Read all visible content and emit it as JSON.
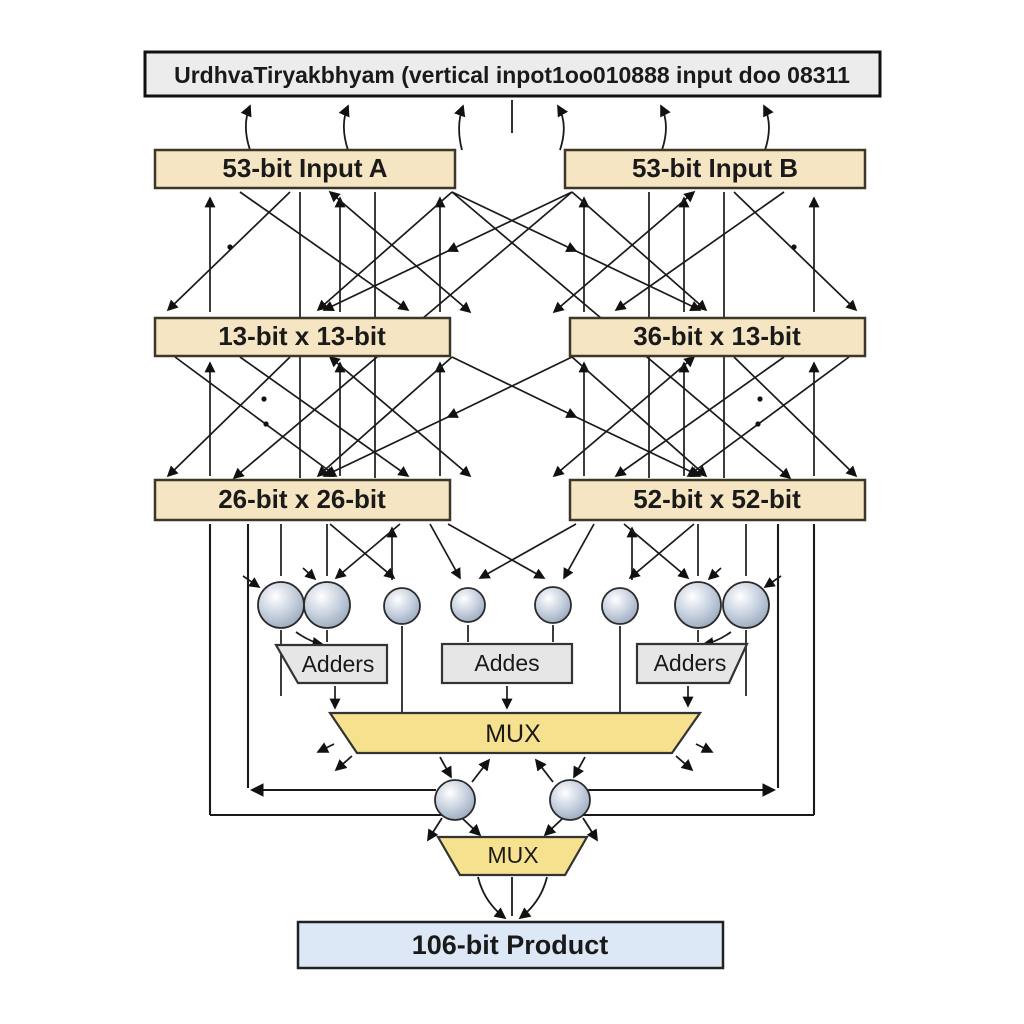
{
  "diagram": {
    "title": "UrdhvaTiryakbhyam (vertical inpot1oo010888 input doo 08311",
    "inputs": {
      "a": "53-bit Input A",
      "b": "53-bit Input B"
    },
    "stage1": {
      "left": "13-bit x 13-bit",
      "right": "36-bit x 13-bit"
    },
    "stage2": {
      "left": "26-bit x 26-bit",
      "right": "52-bit x 52-bit"
    },
    "adders": [
      "Adders",
      "Addes",
      "Adders"
    ],
    "mux_primary": "MUX",
    "mux_secondary": "MUX",
    "product": "106-bit Product",
    "colors": {
      "box_fill": "#f5e5c3",
      "box_border": "#3e3626",
      "mux_fill": "#f6e18e",
      "adder_fill": "#e6e6e6",
      "product_fill": "#dce8f6",
      "title_fill": "#ececec",
      "wire": "#1a1a1a",
      "node_shade": "#97a7bc"
    }
  }
}
